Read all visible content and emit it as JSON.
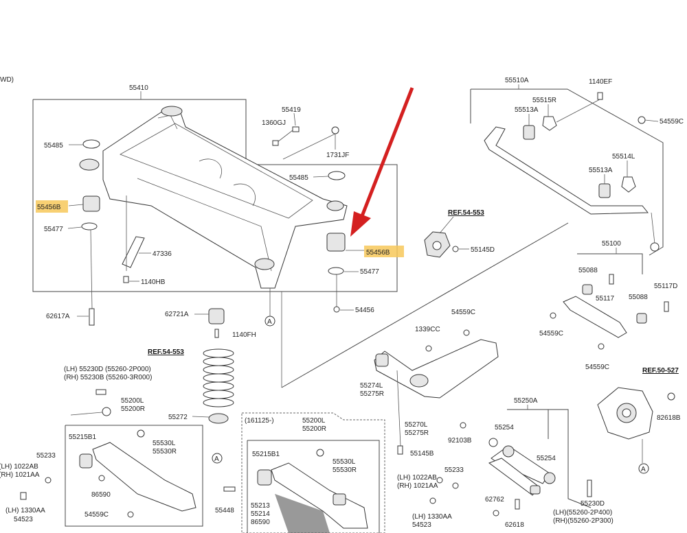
{
  "corner_label": "WD)",
  "frame_label": "55410",
  "stab_label": "55510A",
  "ref_label_1": "REF.54-553",
  "ref_label_2": "REF.54-553",
  "ref_label_3": "REF.50-527",
  "subframe_labels": {
    "p55485_a": "55485",
    "p55456_a": "55456B",
    "p55477_a": "55477",
    "p62617": "62617A",
    "p55419": "55419",
    "p1360": "1360GJ",
    "p1731": "1731JF",
    "p55485_b": "55485",
    "p55456_b": "55456B",
    "p55477_b": "55477",
    "p54456": "54456",
    "p47336": "47336",
    "p1140hb": "1140HB"
  },
  "stab_labels": {
    "p55515r": "55515R",
    "p55513a_1": "55513A",
    "p1140ef": "1140EF",
    "p54559": "54559C",
    "p55514l": "55514L",
    "p55513a_2": "55513A",
    "p55145d": "55145D"
  },
  "arm_labels": {
    "p55100": "55100",
    "p55088a": "55088",
    "p55117a": "55117",
    "p55088b": "55088",
    "p55117d": "55117D",
    "p54559c_a": "54559C",
    "p54559c_b": "54559C",
    "p54559c_c": "54559C",
    "p1339": "1339CC",
    "p55274l": "55274L",
    "p55275r": "55275R",
    "p55270l": "55270L",
    "p55275r2": "55275R",
    "p92103": "92103B",
    "p55145b": "55145B",
    "p82618": "82618B"
  },
  "spring_labels": {
    "p62721": "62721A",
    "p1140fh": "1140FH",
    "p55272": "55272",
    "lh_55230d": "(LH) 55230D (55260-2P000)",
    "rh_55230b": "(RH) 55230B (55260-3R000)"
  },
  "lower_left_labels": {
    "p55200l": "55200L",
    "p55200r": "55200R",
    "p55215b1": "55215B1",
    "p55530l": "55530L",
    "p55530r": "55530R",
    "p55233": "55233",
    "lh_1022ab": "(LH) 1022AB",
    "rh_1021aa": "(RH) 1021AA",
    "p86590": "86590",
    "p54559c": "54559C",
    "lh_1330aa": "(LH) 1330AA",
    "p54523": "54523",
    "p55448": "55448"
  },
  "dashed_box_labels": {
    "date": "(161125-)",
    "p55200l": "55200L",
    "p55200r": "55200R",
    "p55215b1": "55215B1",
    "p55530l": "55530L",
    "p55530r": "55530R",
    "p55213": "55213",
    "p55214": "55214",
    "p86590": "86590"
  },
  "right_lower_labels": {
    "p55250a": "55250A",
    "p55254a": "55254",
    "p55254b": "55254",
    "p55233": "55233",
    "lh_1022ab": "(LH) 1022AB",
    "rh_1021aa": "(RH) 1021AA",
    "p62762": "62762",
    "lh_1330aa": "(LH) 1330AA",
    "p54523": "54523",
    "p55230d": "55230D",
    "lh_55260": "(LH)(55260-2P400)",
    "rh_55260": "(RH)(55260-2P300)",
    "p62618": "62618"
  },
  "callout_letter": "A",
  "colors": {
    "highlight": "#f7c85a",
    "arrow": "#d42020",
    "line": "#333333"
  }
}
